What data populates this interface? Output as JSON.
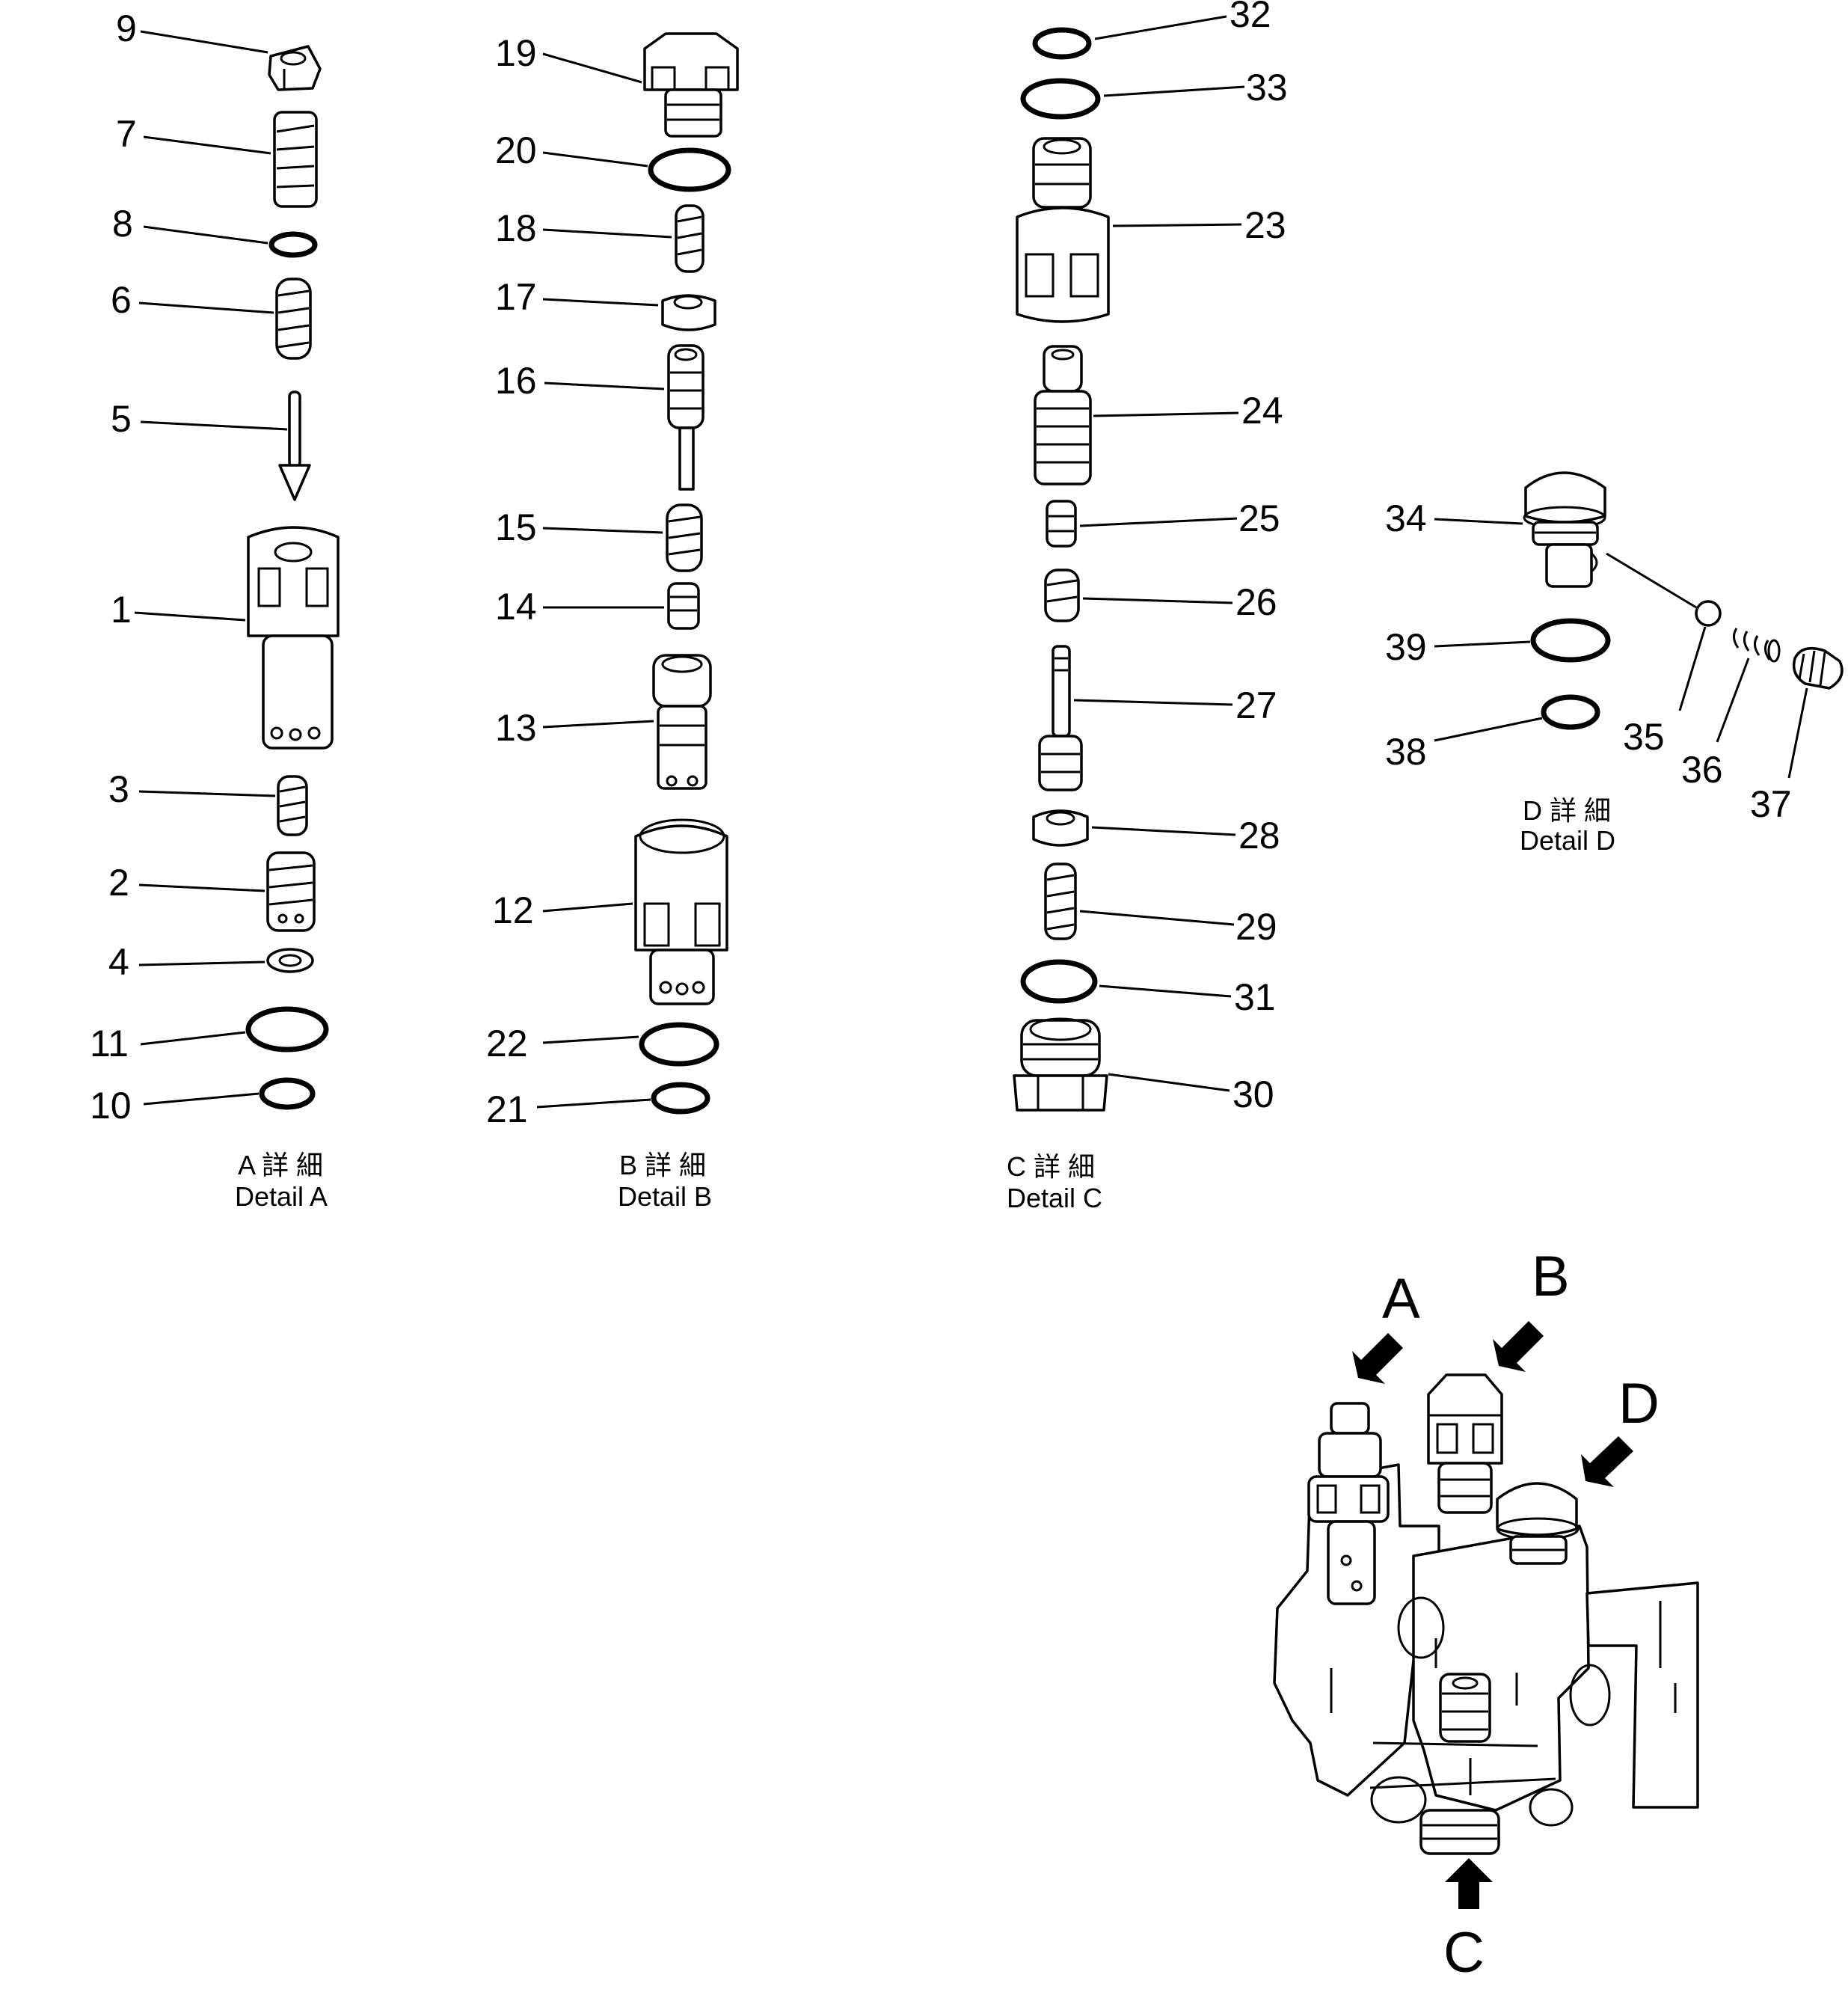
{
  "detail_a": {
    "caption_jp": "A 詳 細",
    "caption_en": "Detail A",
    "labels": [
      "9",
      "7",
      "8",
      "6",
      "5",
      "1",
      "3",
      "2",
      "4",
      "11",
      "10"
    ]
  },
  "detail_b": {
    "caption_jp": "B 詳 細",
    "caption_en": "Detail B",
    "labels": [
      "19",
      "20",
      "18",
      "17",
      "16",
      "15",
      "14",
      "13",
      "12",
      "22",
      "21"
    ]
  },
  "detail_c": {
    "caption_jp": "C 詳 細",
    "caption_en": "Detail C",
    "labels": [
      "32",
      "33",
      "23",
      "24",
      "25",
      "26",
      "27",
      "28",
      "29",
      "31",
      "30"
    ]
  },
  "detail_d": {
    "caption_jp": "D 詳 細",
    "caption_en": "Detail D",
    "labels": [
      "34",
      "39",
      "38",
      "35",
      "36",
      "37"
    ]
  },
  "assembly": {
    "view_letters": [
      "A",
      "B",
      "D",
      "C"
    ]
  }
}
